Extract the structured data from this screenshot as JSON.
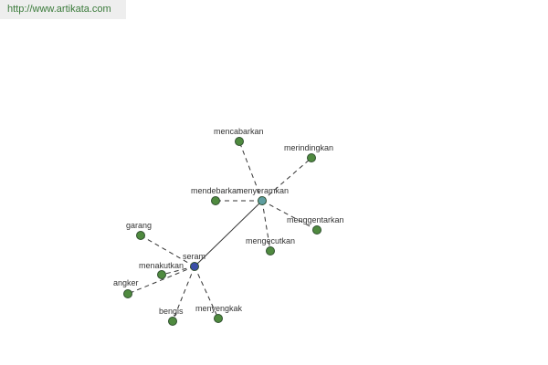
{
  "source": {
    "url_text": "http://www.artikata.com"
  },
  "colors": {
    "center_node": "#3a4fa8",
    "hub_node": "#5f9ea0",
    "leaf_node": "#4f8a3f",
    "node_stroke": "#2f4f2f",
    "edge": "#333333",
    "link_text": "#3a7a3a"
  },
  "graph": {
    "nodes": [
      {
        "id": "seram",
        "label": "seram",
        "kind": "center"
      },
      {
        "id": "menyeramkan",
        "label": "menyeramkan",
        "kind": "hub"
      },
      {
        "id": "mencabarkan",
        "label": "mencabarkan",
        "kind": "leaf"
      },
      {
        "id": "merindingkan",
        "label": "merindingkan",
        "kind": "leaf"
      },
      {
        "id": "mendebarkan",
        "label": "mendebarkan",
        "kind": "leaf"
      },
      {
        "id": "menggentarkan",
        "label": "menggentarkan",
        "kind": "leaf"
      },
      {
        "id": "mengecutkan",
        "label": "mengecutkan",
        "kind": "leaf"
      },
      {
        "id": "garang",
        "label": "garang",
        "kind": "leaf"
      },
      {
        "id": "menakutkan",
        "label": "menakutkan",
        "kind": "leaf"
      },
      {
        "id": "angker",
        "label": "angker",
        "kind": "leaf"
      },
      {
        "id": "bengis",
        "label": "bengis",
        "kind": "leaf"
      },
      {
        "id": "menyengkak",
        "label": "menyengkak",
        "kind": "leaf"
      }
    ],
    "edges": [
      {
        "from": "seram",
        "to": "menyeramkan",
        "style": "solid"
      },
      {
        "from": "menyeramkan",
        "to": "mencabarkan",
        "style": "dashed"
      },
      {
        "from": "menyeramkan",
        "to": "merindingkan",
        "style": "dashed"
      },
      {
        "from": "menyeramkan",
        "to": "mendebarkan",
        "style": "dashed"
      },
      {
        "from": "menyeramkan",
        "to": "menggentarkan",
        "style": "dashed"
      },
      {
        "from": "menyeramkan",
        "to": "mengecutkan",
        "style": "dashed"
      },
      {
        "from": "seram",
        "to": "garang",
        "style": "dashed"
      },
      {
        "from": "seram",
        "to": "menakutkan",
        "style": "dashed"
      },
      {
        "from": "seram",
        "to": "angker",
        "style": "dashed"
      },
      {
        "from": "seram",
        "to": "bengis",
        "style": "dashed"
      },
      {
        "from": "seram",
        "to": "menyengkak",
        "style": "dashed"
      }
    ]
  }
}
